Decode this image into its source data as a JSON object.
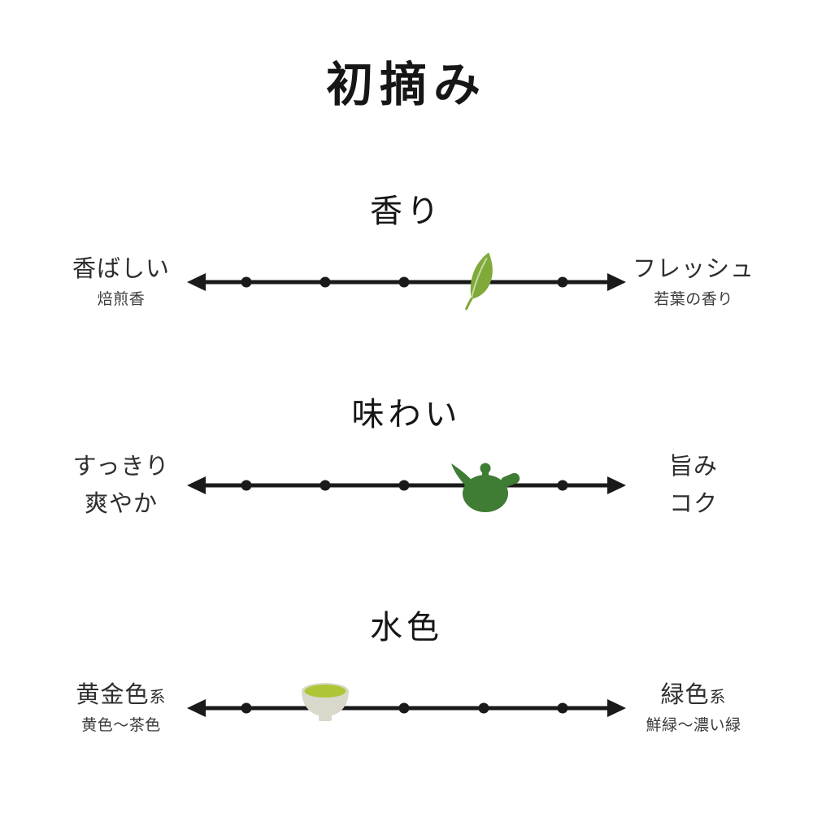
{
  "page": {
    "title": "初摘み",
    "background": "#ffffff"
  },
  "colors": {
    "ink": "#1a1a1a",
    "text": "#2e2e2e",
    "leaf-green": "#7faa3a",
    "pot-green": "#3f7c34",
    "tea-green": "#aec636",
    "cup-gray": "#d9d8ca"
  },
  "scales": [
    {
      "heading": "香り",
      "left": {
        "label": "香ばしい",
        "sub": "焙煎香"
      },
      "right": {
        "label": "フレッシュ",
        "sub": "若葉の香り"
      },
      "marker_icon": "tea-leaf-icon",
      "tick_percents": [
        13.5,
        31.5,
        49.4,
        67.6,
        85.6
      ],
      "marker_tick": 3
    },
    {
      "heading": "味わい",
      "left": {
        "label": "すっきり",
        "sub": "爽やか"
      },
      "right": {
        "label": "旨み",
        "sub": "コク"
      },
      "marker_icon": "teapot-icon",
      "tick_percents": [
        13.5,
        31.5,
        49.4,
        67.6,
        85.6
      ],
      "marker_tick": 3
    },
    {
      "heading": "水色",
      "left": {
        "label": "黄金色",
        "label_suffix": "系",
        "sub": "黄色〜茶色"
      },
      "right": {
        "label": "緑色",
        "label_suffix": "系",
        "sub": "鮮緑〜濃い緑"
      },
      "marker_icon": "tea-cup-icon",
      "tick_percents": [
        13.5,
        31.5,
        49.4,
        67.6,
        85.6
      ],
      "marker_tick": 1
    }
  ]
}
